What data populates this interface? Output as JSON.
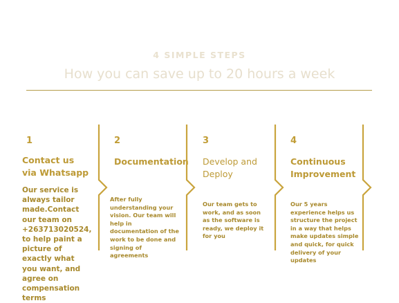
{
  "section": {
    "eyebrow": "4 SIMPLE STEPS",
    "headline": "How you can save up to 20 hours a week"
  },
  "steps": [
    {
      "number": "1",
      "title": "Contact us via Whatsapp",
      "description": "Our service is always tailor made.Contact our team on +263713020524, to help paint a picture of exactly what you want, and agree on compensation terms"
    },
    {
      "number": "2",
      "title": "Documentation",
      "description": "After fully understanding your vision. Our team will help in documentation of  the work to be done and signing of agreements"
    },
    {
      "number": "3",
      "title": "Develop and Deploy",
      "description": "Our team gets to work, and as soon as the software is ready, we deploy it for you"
    },
    {
      "number": "4",
      "title": "Continuous Improvement",
      "description": "Our 5 years experience helps us structure the project in a way that helps make updates simple and quick, for quick delivery of your updates"
    }
  ],
  "colors": {
    "gold": "#bd9a36",
    "faint_heading": "#e7dfcd",
    "rule": "#b59c4a"
  }
}
